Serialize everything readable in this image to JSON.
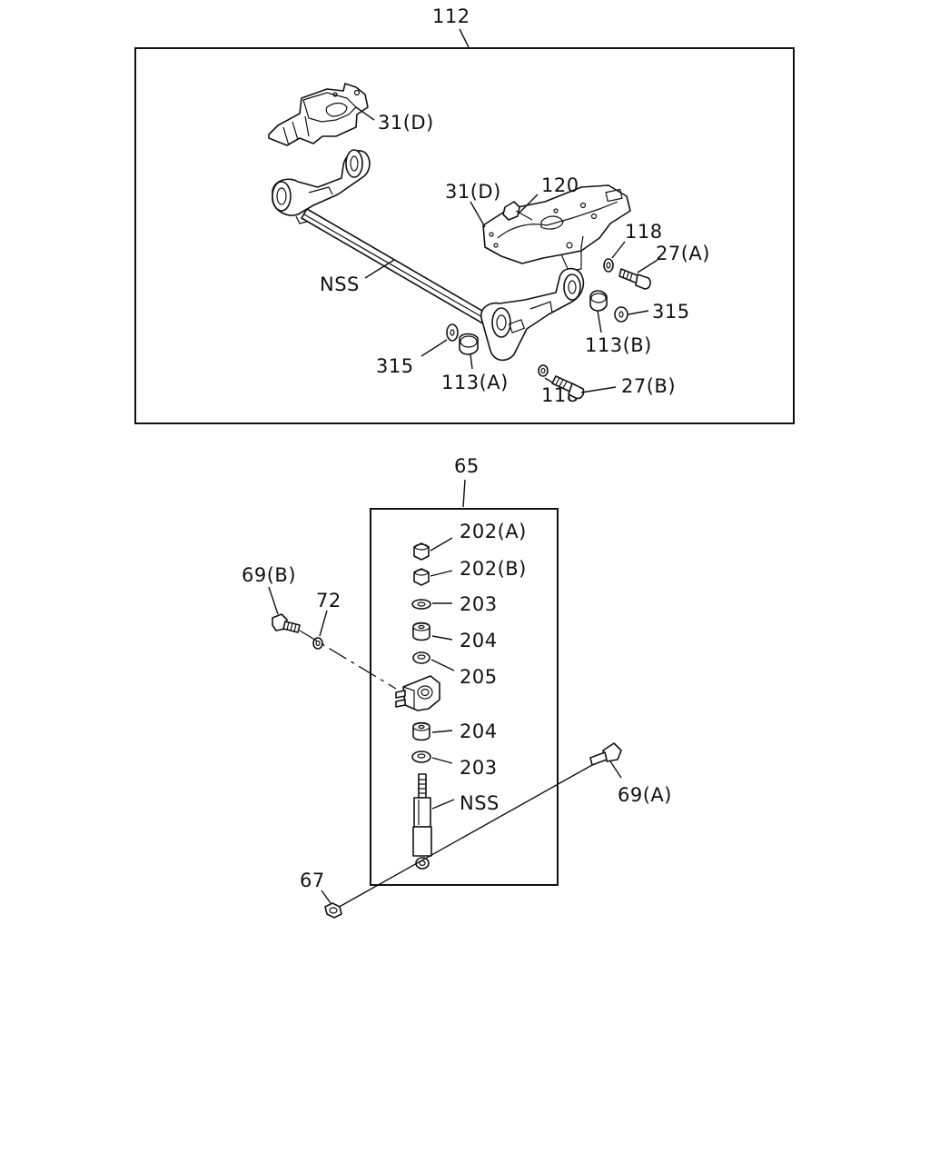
{
  "upper_assembly": {
    "ref": "112",
    "labels": {
      "bracket_top": "31(D)",
      "bracket_right": "31(D)",
      "bolt_120": "120",
      "washer_118_top": "118",
      "bolt_27a": "27(A)",
      "axle_nss": "NSS",
      "washer_315_right": "315",
      "bush_113b": "113(B)",
      "washer_315_left": "315",
      "bush_113a": "113(A)",
      "washer_118_bottom": "118",
      "bolt_27b": "27(B)"
    }
  },
  "lower_assembly": {
    "ref": "65",
    "labels": {
      "nut_202a": "202(A)",
      "nut_202b": "202(B)",
      "washer_203_top": "203",
      "bush_204_top": "204",
      "washer_205": "205",
      "bush_204_bottom": "204",
      "washer_203_bottom": "203",
      "absorber_nss": "NSS",
      "bolt_69b": "69(B)",
      "washer_72": "72",
      "bolt_69a": "69(A)",
      "nut_67": "67"
    }
  }
}
